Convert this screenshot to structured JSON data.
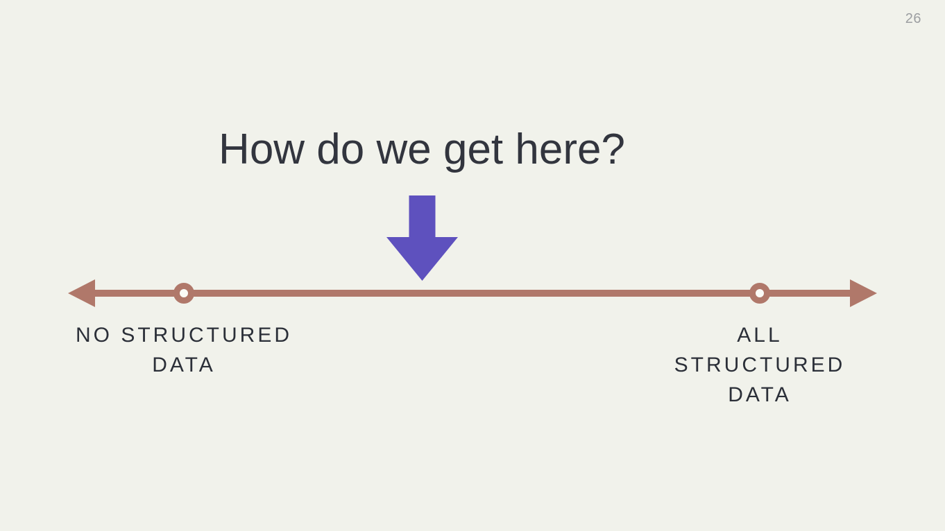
{
  "slide": {
    "page_number": "26",
    "title": "How do we get here?",
    "pointer": {
      "icon": "down-block-arrow",
      "color": "#5e51be"
    },
    "spectrum": {
      "type": "double-headed-axis",
      "line_color": "#b0786a",
      "marker_shape": "ring",
      "left_label": "NO STRUCTURED\nDATA",
      "right_label": "ALL STRUCTURED\nDATA"
    },
    "colors": {
      "background": "#f1f2eb",
      "title_text": "#32353e",
      "label_text": "#2b2f38",
      "page_number": "#9c9ea1",
      "arrow_purple": "#5e51be",
      "line_terracotta": "#b0786a"
    }
  }
}
